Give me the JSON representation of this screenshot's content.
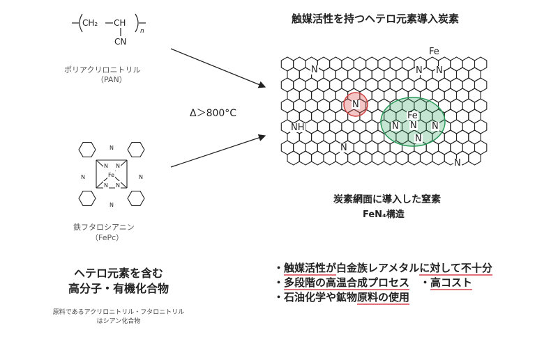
{
  "pan": {
    "formula": {
      "ch2": "CH₂",
      "ch": "CH",
      "n": "n",
      "cn": "CN"
    },
    "name": "ポリアクリロニトリル",
    "abbr": "（PAN）"
  },
  "fepc": {
    "name": "鉄フタロシアニン",
    "abbr": "（FePc）",
    "atoms": [
      "N",
      "N",
      "N",
      "N",
      "N",
      "N",
      "N",
      "N",
      "Fe"
    ]
  },
  "condition": "Δ＞800°C",
  "product": {
    "title": "触媒活性を持つヘテロ元素導入炭素",
    "atoms": [
      "N",
      "Fe",
      "N",
      "N",
      "N",
      "NH",
      "N",
      "Fe",
      "N",
      "N",
      "N",
      "N",
      "N"
    ],
    "label1": "炭素網面に導入した窒素",
    "label2": "FeN₄構造",
    "highlight_colors": {
      "nitrogen": "#e05a5a",
      "fen4": "#3aa86a"
    }
  },
  "left_caption": {
    "line1": "ヘテロ元素を含む",
    "line2": "高分子・有機化合物"
  },
  "left_note": {
    "line1": "原料であるアクリロニトリル・フタロニトリル",
    "line2": "はシアン化合物"
  },
  "issues": [
    {
      "a": "・",
      "b": "触媒活性が",
      "c": "白金族レアメタル",
      "d": "に対して不十分"
    },
    {
      "a": "・",
      "b": "多段階の高温合成プロセス",
      "c": "　・",
      "d": "高コスト"
    },
    {
      "a": "・石油化学や鉱物",
      "b": "原料の使用"
    }
  ]
}
